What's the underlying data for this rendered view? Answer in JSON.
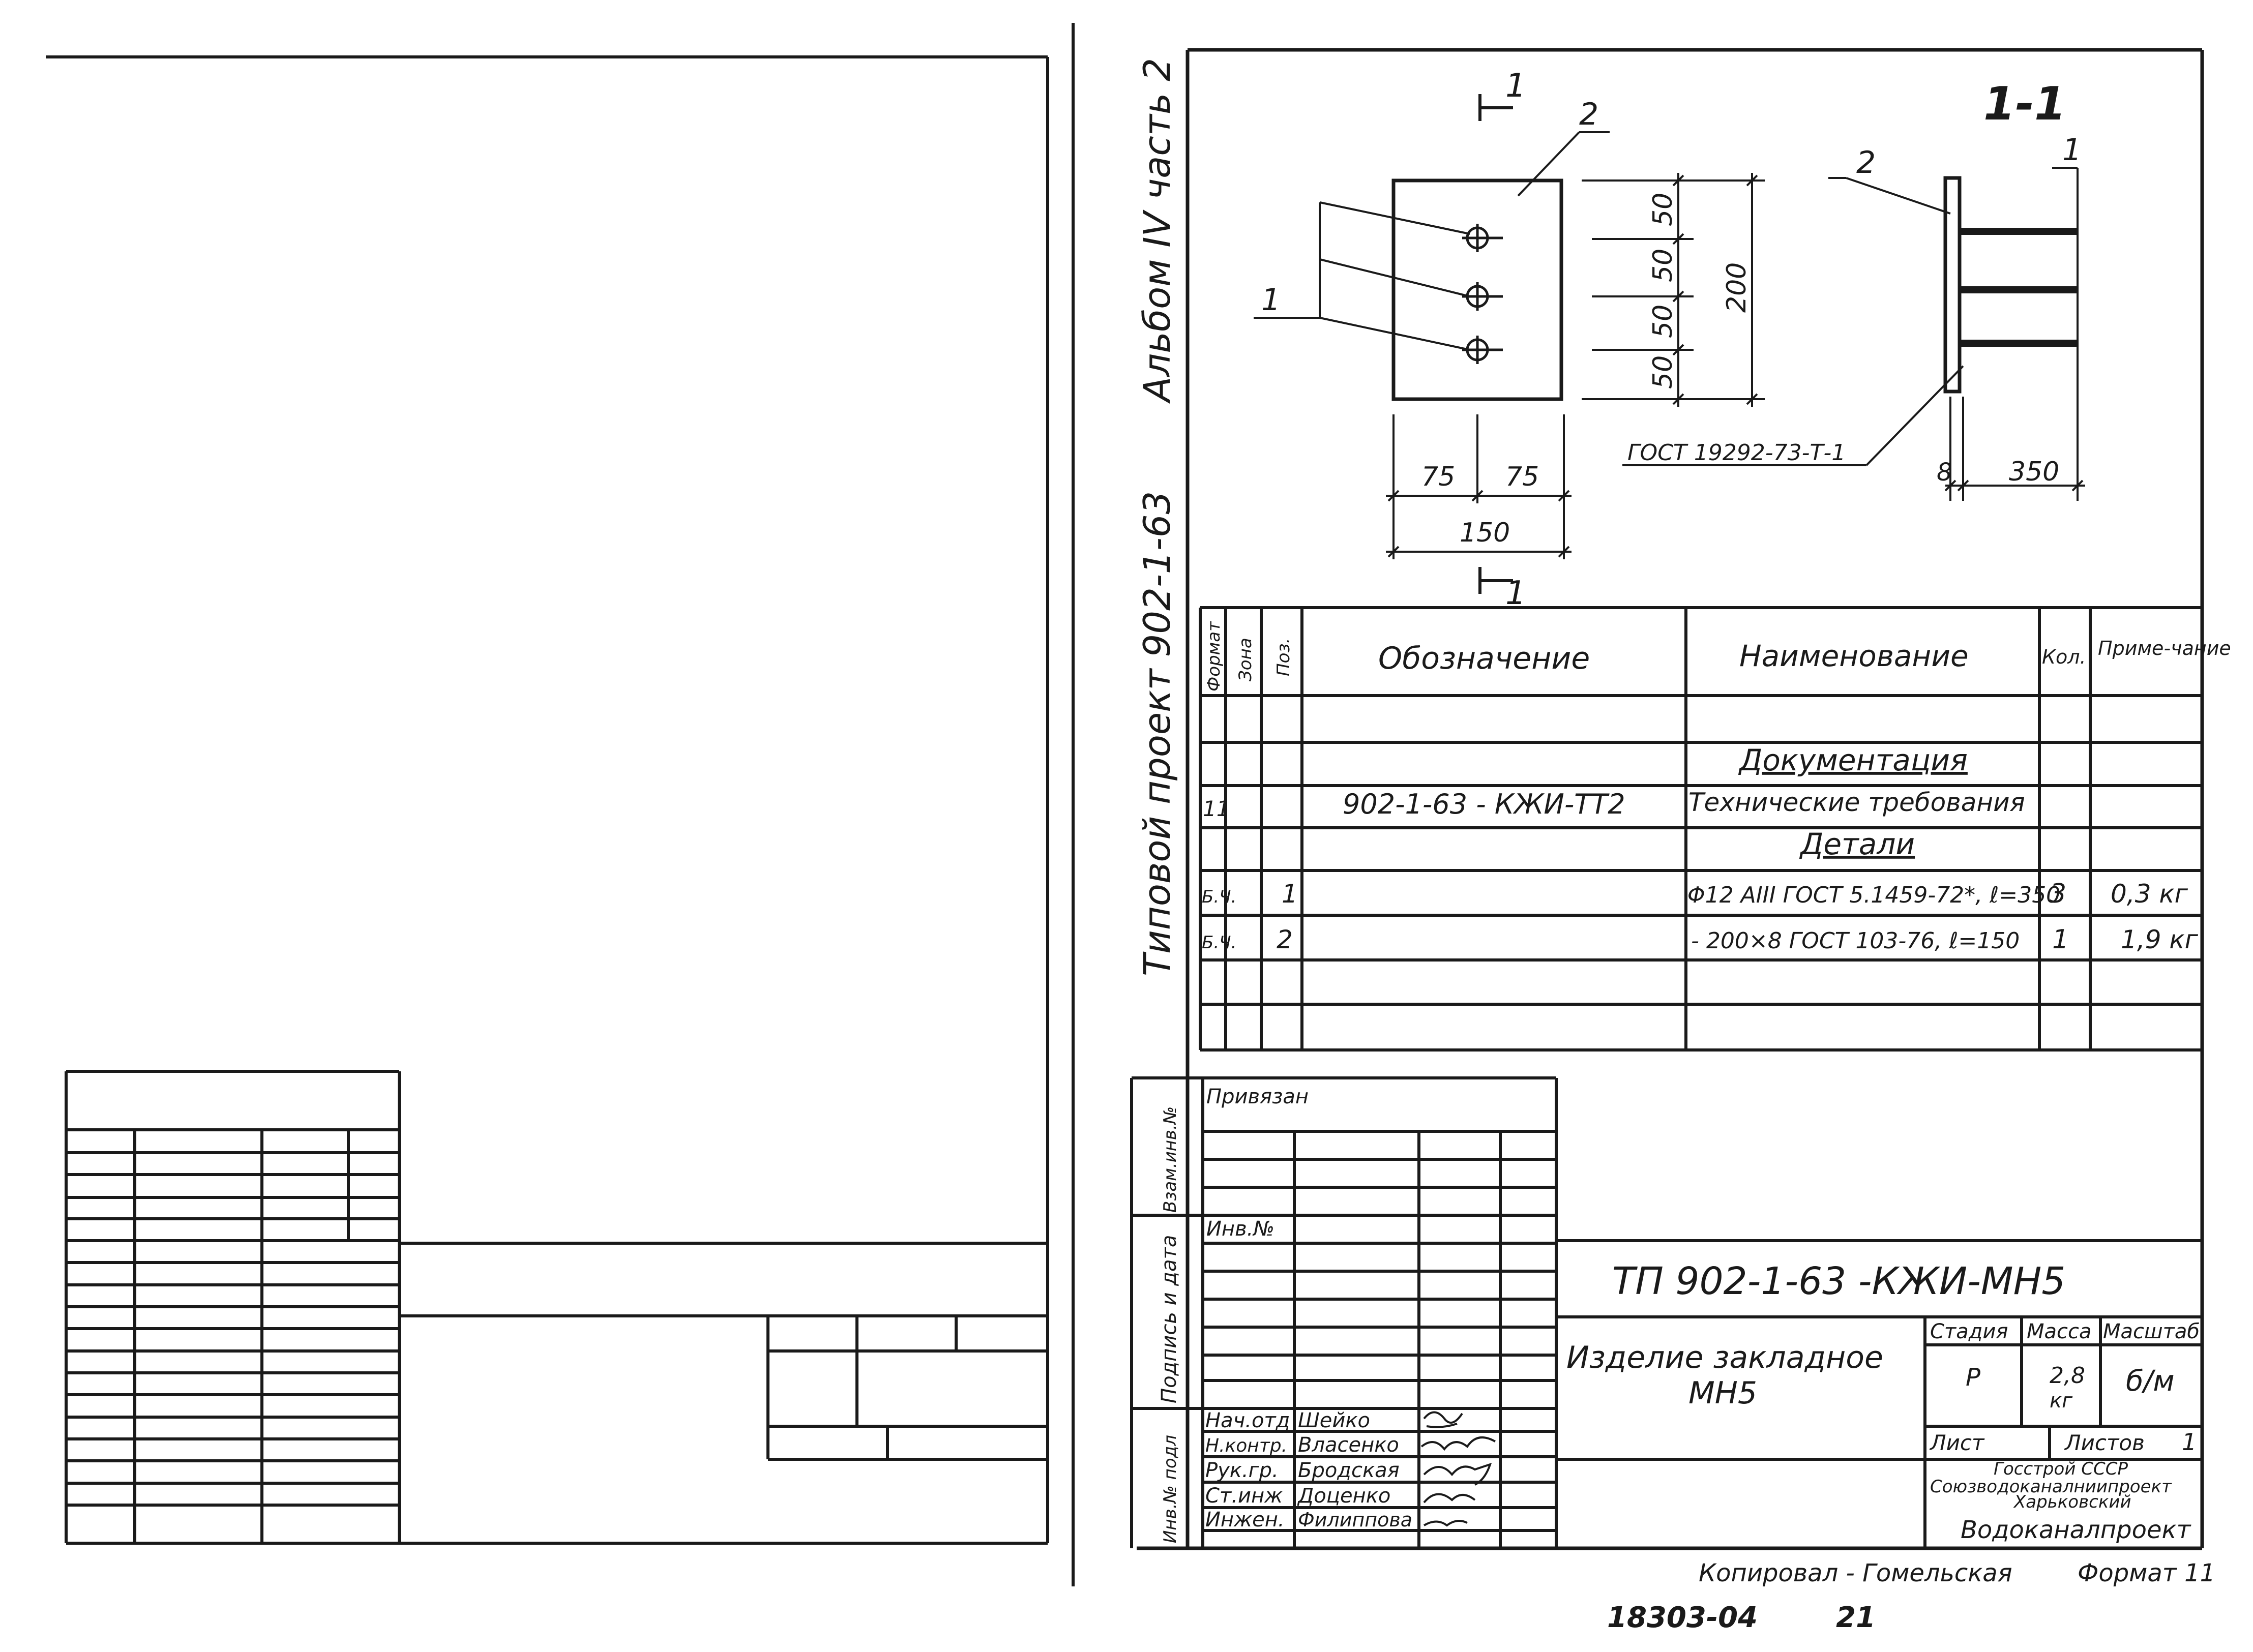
{
  "side": {
    "album": "Альбом IV часть 2",
    "project": "Типовой проект 902-1-63"
  },
  "drawing": {
    "section_mark": "1",
    "section_title": "1-1",
    "pos1": "1",
    "pos2": "2",
    "dim_50": "50",
    "dim_200": "200",
    "dim_75": "75",
    "dim_150": "150",
    "dim_8": "8",
    "dim_350": "350",
    "weld_note": "ГОСТ 19292-73-Т-1"
  },
  "spec": {
    "headers": {
      "format": "Формат",
      "zone": "Зона",
      "pos": "Поз.",
      "designation": "Обозначение",
      "name": "Наименование",
      "qty": "Кол.",
      "note": "Приме-чание"
    },
    "rows": [
      {
        "format": "",
        "pos": "",
        "designation": "",
        "name": "Документация",
        "qty": "",
        "note": ""
      },
      {
        "format": "11",
        "pos": "",
        "designation": "902-1-63 - КЖИ-ТТ2",
        "name": "Технические требования",
        "qty": "",
        "note": ""
      },
      {
        "format": "",
        "pos": "",
        "designation": "",
        "name": "Детали",
        "qty": "",
        "note": ""
      },
      {
        "format": "Б.Ч.",
        "pos": "1",
        "designation": "",
        "name": "Φ12 AIII ГОСТ 5.1459-72*, ℓ=350",
        "qty": "3",
        "note": "0,3 кг"
      },
      {
        "format": "Б.Ч.",
        "pos": "2",
        "designation": "",
        "name": "- 200×8 ГОСТ 103-76, ℓ=150",
        "qty": "1",
        "note": "1,9 кг"
      }
    ]
  },
  "stamp": {
    "side_vzam": "Взам.инв.№",
    "side_podpis": "Подпись и дата",
    "side_inv": "Инв.№ подл",
    "privyazan": "Привязан",
    "inv_no": "Инв.№",
    "code": "ТП 902-1-63 -КЖИ-МН5",
    "title": "Изделие закладное",
    "title2": "МН5",
    "stage_h": "Стадия",
    "mass_h": "Масса",
    "scale_h": "Масштаб",
    "stage": "Р",
    "mass": "2,8",
    "mass_unit": "кг",
    "scale": "б/м",
    "sheet": "Лист",
    "sheets": "Листов",
    "sheets_val": "1",
    "org1": "Госстрой СССР",
    "org2": "Союзводоканалниипроект",
    "org3": "Харьковский",
    "org4": "Водоканалпроект",
    "signers": [
      {
        "role": "Нач.отд",
        "name": "Шейко"
      },
      {
        "role": "Н.контр.",
        "name": "Власенко"
      },
      {
        "role": "Рук.гр.",
        "name": "Бродская"
      },
      {
        "role": "Ст.инж",
        "name": "Доценко"
      },
      {
        "role": "Инжен.",
        "name": "Филиппова"
      }
    ]
  },
  "footer": {
    "copied": "Копировал - Гомельская",
    "format": "Формат 11",
    "number": "18303-04",
    "page": "21"
  }
}
